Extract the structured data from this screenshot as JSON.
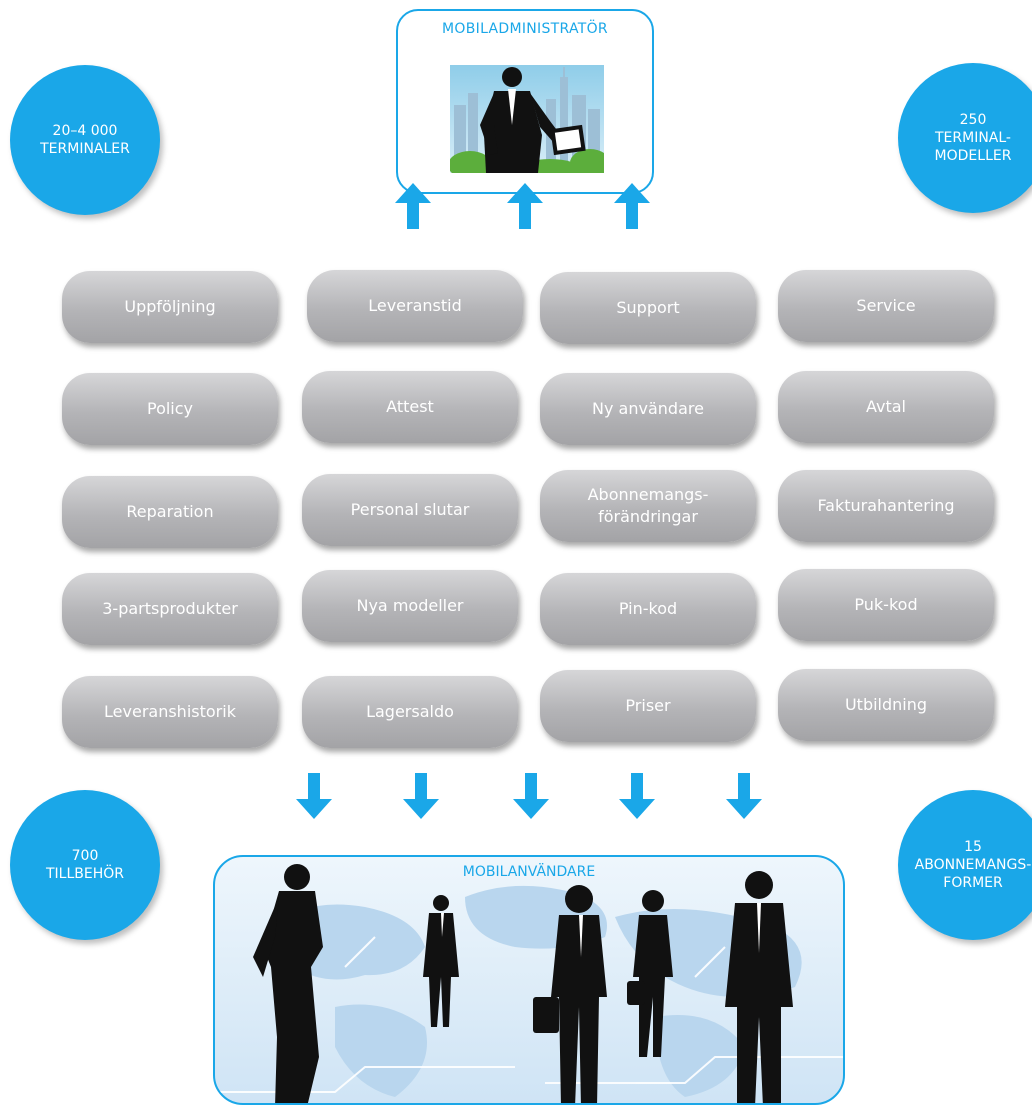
{
  "admin": {
    "title": "MOBILADMINISTRATÖR"
  },
  "users": {
    "title": "MOBILANVÄNDARE"
  },
  "circles": {
    "top_left": [
      "20–4 000",
      "TERMINALER"
    ],
    "top_right": [
      "250",
      "TERMINAL-",
      "MODELLER"
    ],
    "bottom_left": [
      "700",
      "TILLBEHÖR"
    ],
    "bottom_right": [
      "15",
      "ABONNEMANGS-",
      "FORMER"
    ]
  },
  "boxes": [
    [
      "Uppföljning",
      "Leveranstid",
      "Support",
      "Service"
    ],
    [
      "Policy",
      "Attest",
      "Ny användare",
      "Avtal"
    ],
    [
      "Reparation",
      "Personal slutar",
      "Abonnemangs-förändringar",
      "Fakturahantering"
    ],
    [
      "3-partsprodukter",
      "Nya modeller",
      "Pin-kod",
      "Puk-kod"
    ],
    [
      "Leveranshistorik",
      "Lagersaldo",
      "Priser",
      "Utbildning"
    ]
  ],
  "colors": {
    "accent": "#1aa7e8",
    "box": "#b4b4b7",
    "silhouette": "#111111"
  },
  "arrows": {
    "up_count": 3,
    "down_count": 5
  }
}
